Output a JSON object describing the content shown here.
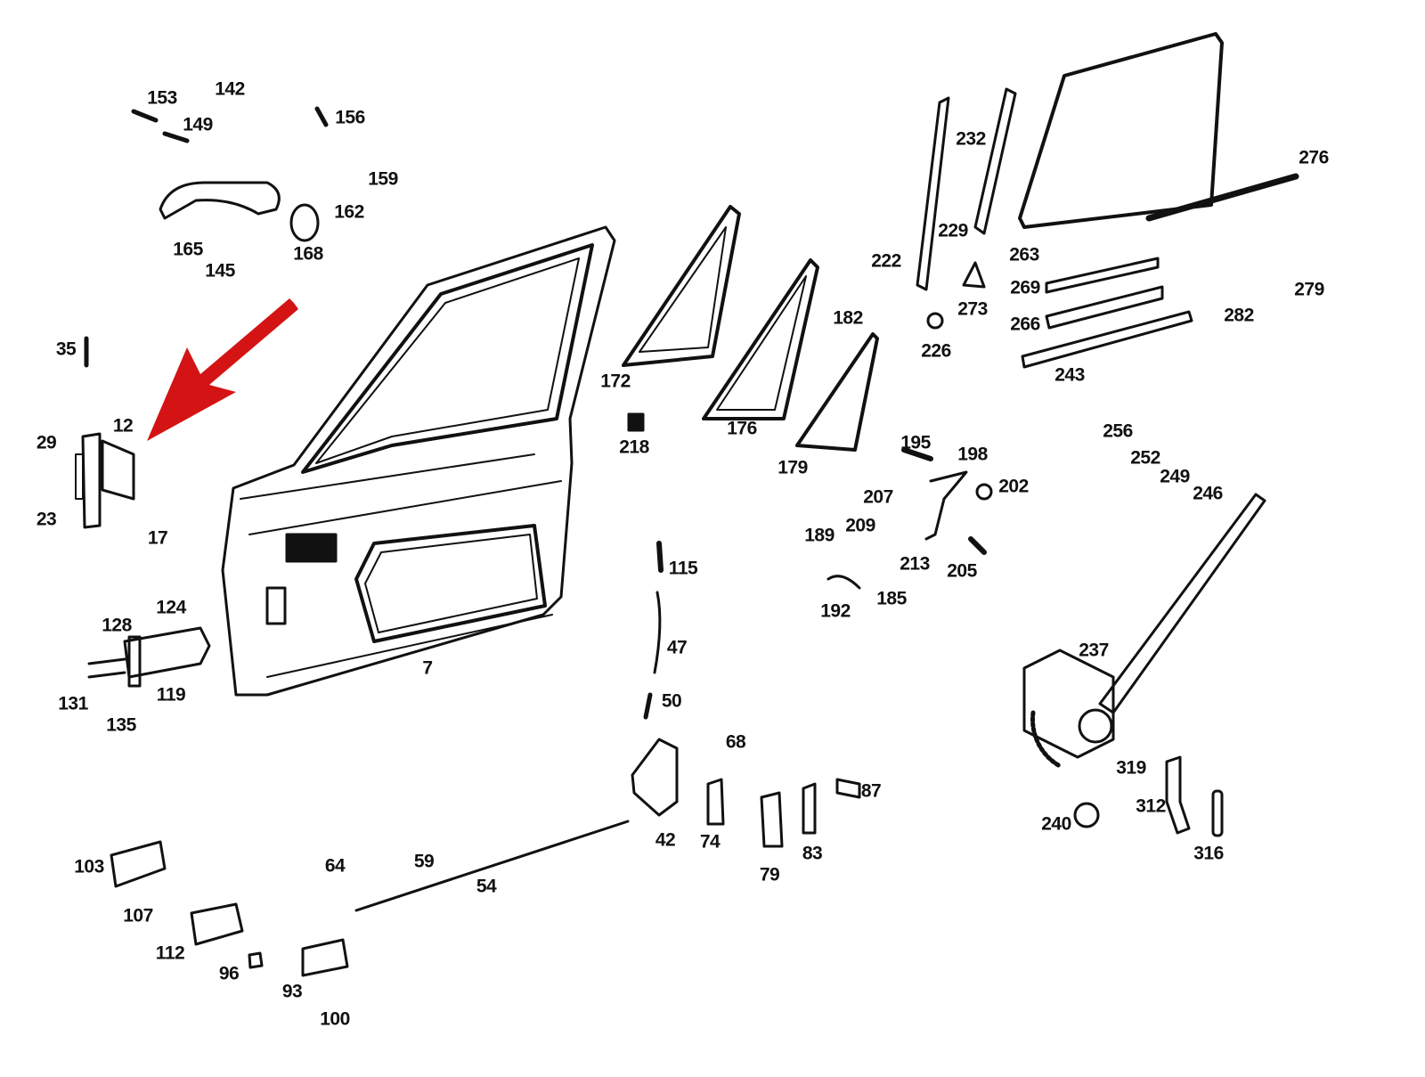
{
  "diagram": {
    "arrow_color": "#d41414",
    "line_color": "#111111",
    "part_numbers": [
      "153",
      "142",
      "149",
      "156",
      "159",
      "162",
      "165",
      "145",
      "168",
      "35",
      "12",
      "29",
      "23",
      "17",
      "124",
      "128",
      "119",
      "131",
      "135",
      "7",
      "172",
      "218",
      "176",
      "179",
      "182",
      "222",
      "232",
      "229",
      "263",
      "273",
      "226",
      "276",
      "269",
      "266",
      "243",
      "282",
      "279",
      "195",
      "198",
      "202",
      "207",
      "209",
      "189",
      "213",
      "205",
      "185",
      "192",
      "256",
      "252",
      "249",
      "246",
      "237",
      "319",
      "312",
      "240",
      "316",
      "115",
      "47",
      "50",
      "68",
      "87",
      "42",
      "74",
      "79",
      "83",
      "103",
      "107",
      "112",
      "96",
      "93",
      "100",
      "64",
      "59",
      "54"
    ]
  }
}
